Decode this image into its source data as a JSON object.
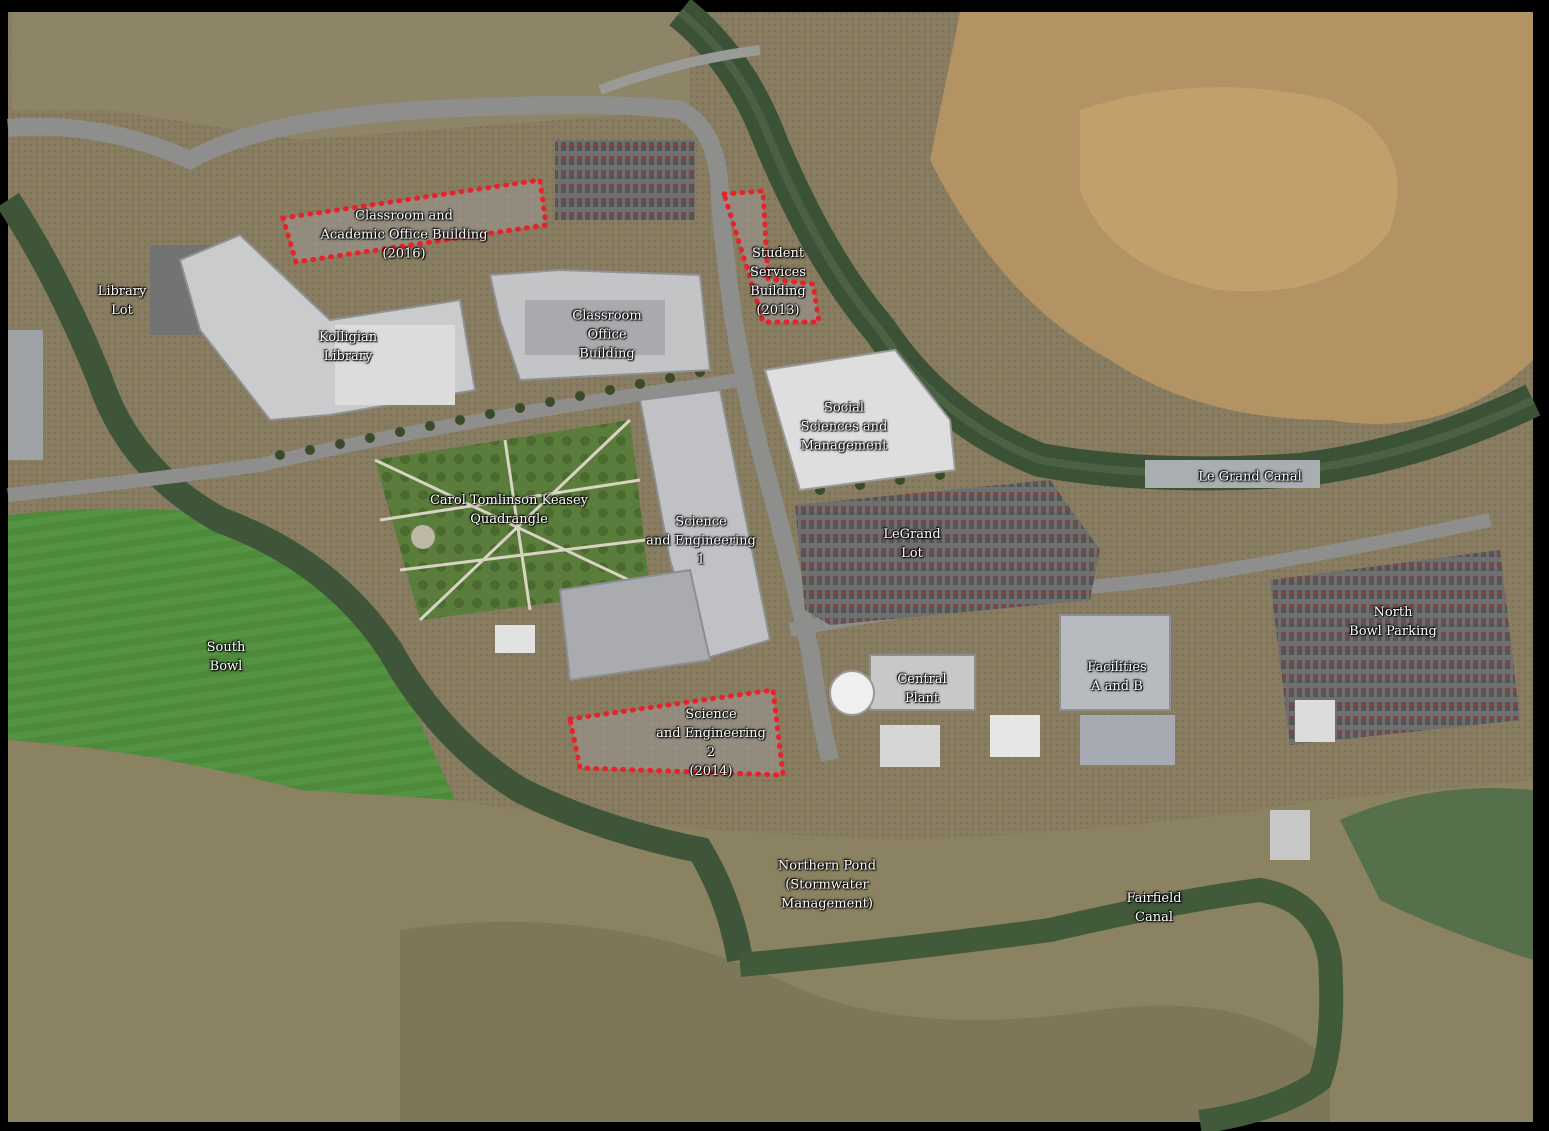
{
  "labels": {
    "caob": [
      "Classroom and",
      "Academic Office Building",
      "(2016)"
    ],
    "ssb": [
      "Student",
      "Services",
      "Building",
      "(2013)"
    ],
    "library_lot": [
      "Library",
      "Lot"
    ],
    "kolligian": [
      "Kolligian",
      "Library"
    ],
    "cob": [
      "Classroom",
      "Office",
      "Building"
    ],
    "ssm": [
      "Social",
      "Sciences and",
      "Management"
    ],
    "le_grand_canal": [
      "Le Grand Canal"
    ],
    "quad": [
      "Carol Tomlinson Keasey",
      "Quadrangle"
    ],
    "se1": [
      "Science",
      "and Engineering",
      "1"
    ],
    "legrand_lot": [
      "LeGrand",
      "Lot"
    ],
    "north_bowl": [
      "North",
      "Bowl Parking"
    ],
    "south_bowl": [
      "South",
      "Bowl"
    ],
    "central_plant": [
      "Central",
      "Plant"
    ],
    "facilities": [
      "Facilities",
      "A and B"
    ],
    "se2": [
      "Science",
      "and Engineering",
      "2",
      "(2014)"
    ],
    "northern_pond": [
      "Northern Pond",
      "(Stormwater",
      "Management)"
    ],
    "fairfield": [
      "Fairfield",
      "Canal"
    ]
  },
  "colors": {
    "frame": "#000000",
    "terrain": "#8a7d62",
    "field": "#4f8a3c",
    "canal": "#3f5a3a",
    "dotted_outline": "#e8222a",
    "label_text": "#ffffff"
  }
}
